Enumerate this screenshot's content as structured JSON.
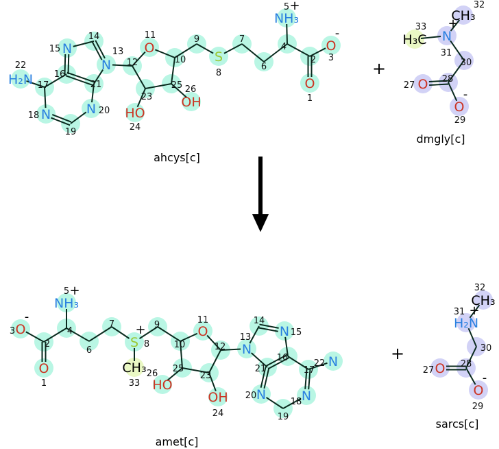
{
  "colors": {
    "highlight_main": "#b9f6e4",
    "highlight_methyl": "#eaf8c4",
    "highlight_cosubstrate": "#d2d2f6",
    "N": "#2a80e0",
    "O": "#cc3322",
    "S": "#9ac832",
    "C": "#111111",
    "bond": "#0a2a1e"
  },
  "reaction": {
    "plus_1": "+",
    "plus_2": "+"
  },
  "molecules": [
    {
      "id": "ahcys",
      "name": "ahcys[c]",
      "highlight": "highlight_main",
      "atoms": [
        {
          "n": "1",
          "el": "O",
          "label": "O"
        },
        {
          "n": "2",
          "el": "C",
          "label": ""
        },
        {
          "n": "3",
          "el": "O",
          "label": "O",
          "charge": "-"
        },
        {
          "n": "4",
          "el": "C",
          "label": ""
        },
        {
          "n": "5",
          "el": "N",
          "label": "NH₃",
          "charge": "+"
        },
        {
          "n": "6",
          "el": "C",
          "label": ""
        },
        {
          "n": "7",
          "el": "C",
          "label": ""
        },
        {
          "n": "8",
          "el": "S",
          "label": "S"
        },
        {
          "n": "9",
          "el": "C",
          "label": ""
        },
        {
          "n": "10",
          "el": "C",
          "label": ""
        },
        {
          "n": "11",
          "el": "O",
          "label": "O"
        },
        {
          "n": "12",
          "el": "C",
          "label": ""
        },
        {
          "n": "13",
          "el": "N",
          "label": "N"
        },
        {
          "n": "14",
          "el": "C",
          "label": ""
        },
        {
          "n": "15",
          "el": "N",
          "label": "N"
        },
        {
          "n": "16",
          "el": "C",
          "label": ""
        },
        {
          "n": "17",
          "el": "C",
          "label": ""
        },
        {
          "n": "18",
          "el": "N",
          "label": "N"
        },
        {
          "n": "19",
          "el": "C",
          "label": ""
        },
        {
          "n": "20",
          "el": "N",
          "label": "N"
        },
        {
          "n": "21",
          "el": "C",
          "label": ""
        },
        {
          "n": "22",
          "el": "N",
          "label": "H₂N"
        },
        {
          "n": "23",
          "el": "C",
          "label": ""
        },
        {
          "n": "24",
          "el": "O",
          "label": "HO"
        },
        {
          "n": "25",
          "el": "C",
          "label": ""
        },
        {
          "n": "26",
          "el": "O",
          "label": "OH"
        }
      ]
    },
    {
      "id": "dmgly",
      "name": "dmgly[c]",
      "highlight": "highlight_cosubstrate",
      "atoms": [
        {
          "n": "27",
          "el": "O",
          "label": "O"
        },
        {
          "n": "28",
          "el": "C",
          "label": ""
        },
        {
          "n": "29",
          "el": "O",
          "label": "O",
          "charge": "-"
        },
        {
          "n": "30",
          "el": "C",
          "label": ""
        },
        {
          "n": "31",
          "el": "N",
          "label": "N",
          "charge": "+"
        },
        {
          "n": "32",
          "el": "C",
          "label": "CH₃"
        },
        {
          "n": "33",
          "el": "C",
          "label": "H₃C",
          "highlight": "highlight_methyl"
        }
      ]
    },
    {
      "id": "amet",
      "name": "amet[c]",
      "highlight": "highlight_main",
      "atoms": [
        {
          "n": "1",
          "el": "O",
          "label": "O"
        },
        {
          "n": "2",
          "el": "C",
          "label": ""
        },
        {
          "n": "3",
          "el": "O",
          "label": "O",
          "charge": "-"
        },
        {
          "n": "4",
          "el": "C",
          "label": ""
        },
        {
          "n": "5",
          "el": "N",
          "label": "NH₃",
          "charge": "+"
        },
        {
          "n": "6",
          "el": "C",
          "label": ""
        },
        {
          "n": "7",
          "el": "C",
          "label": ""
        },
        {
          "n": "8",
          "el": "S",
          "label": "S",
          "charge": "+"
        },
        {
          "n": "9",
          "el": "C",
          "label": ""
        },
        {
          "n": "10",
          "el": "C",
          "label": ""
        },
        {
          "n": "11",
          "el": "O",
          "label": "O"
        },
        {
          "n": "12",
          "el": "C",
          "label": ""
        },
        {
          "n": "13",
          "el": "N",
          "label": "N"
        },
        {
          "n": "14",
          "el": "C",
          "label": ""
        },
        {
          "n": "15",
          "el": "N",
          "label": "N"
        },
        {
          "n": "16",
          "el": "C",
          "label": ""
        },
        {
          "n": "17",
          "el": "C",
          "label": ""
        },
        {
          "n": "18",
          "el": "N",
          "label": "N"
        },
        {
          "n": "19",
          "el": "C",
          "label": ""
        },
        {
          "n": "20",
          "el": "N",
          "label": "N"
        },
        {
          "n": "21",
          "el": "C",
          "label": ""
        },
        {
          "n": "22",
          "el": "N",
          "label": "N"
        },
        {
          "n": "23",
          "el": "C",
          "label": ""
        },
        {
          "n": "24",
          "el": "O",
          "label": "OH"
        },
        {
          "n": "25",
          "el": "C",
          "label": ""
        },
        {
          "n": "26",
          "el": "O",
          "label": "HO"
        },
        {
          "n": "33",
          "el": "C",
          "label": "CH₃",
          "highlight": "highlight_methyl"
        }
      ]
    },
    {
      "id": "sarcs",
      "name": "sarcs[c]",
      "highlight": "highlight_cosubstrate",
      "atoms": [
        {
          "n": "27",
          "el": "O",
          "label": "O"
        },
        {
          "n": "28",
          "el": "C",
          "label": ""
        },
        {
          "n": "29",
          "el": "O",
          "label": "O",
          "charge": "-"
        },
        {
          "n": "30",
          "el": "C",
          "label": ""
        },
        {
          "n": "31",
          "el": "N",
          "label": "H₂N",
          "charge": "+"
        },
        {
          "n": "32",
          "el": "C",
          "label": "CH₃"
        }
      ]
    }
  ]
}
